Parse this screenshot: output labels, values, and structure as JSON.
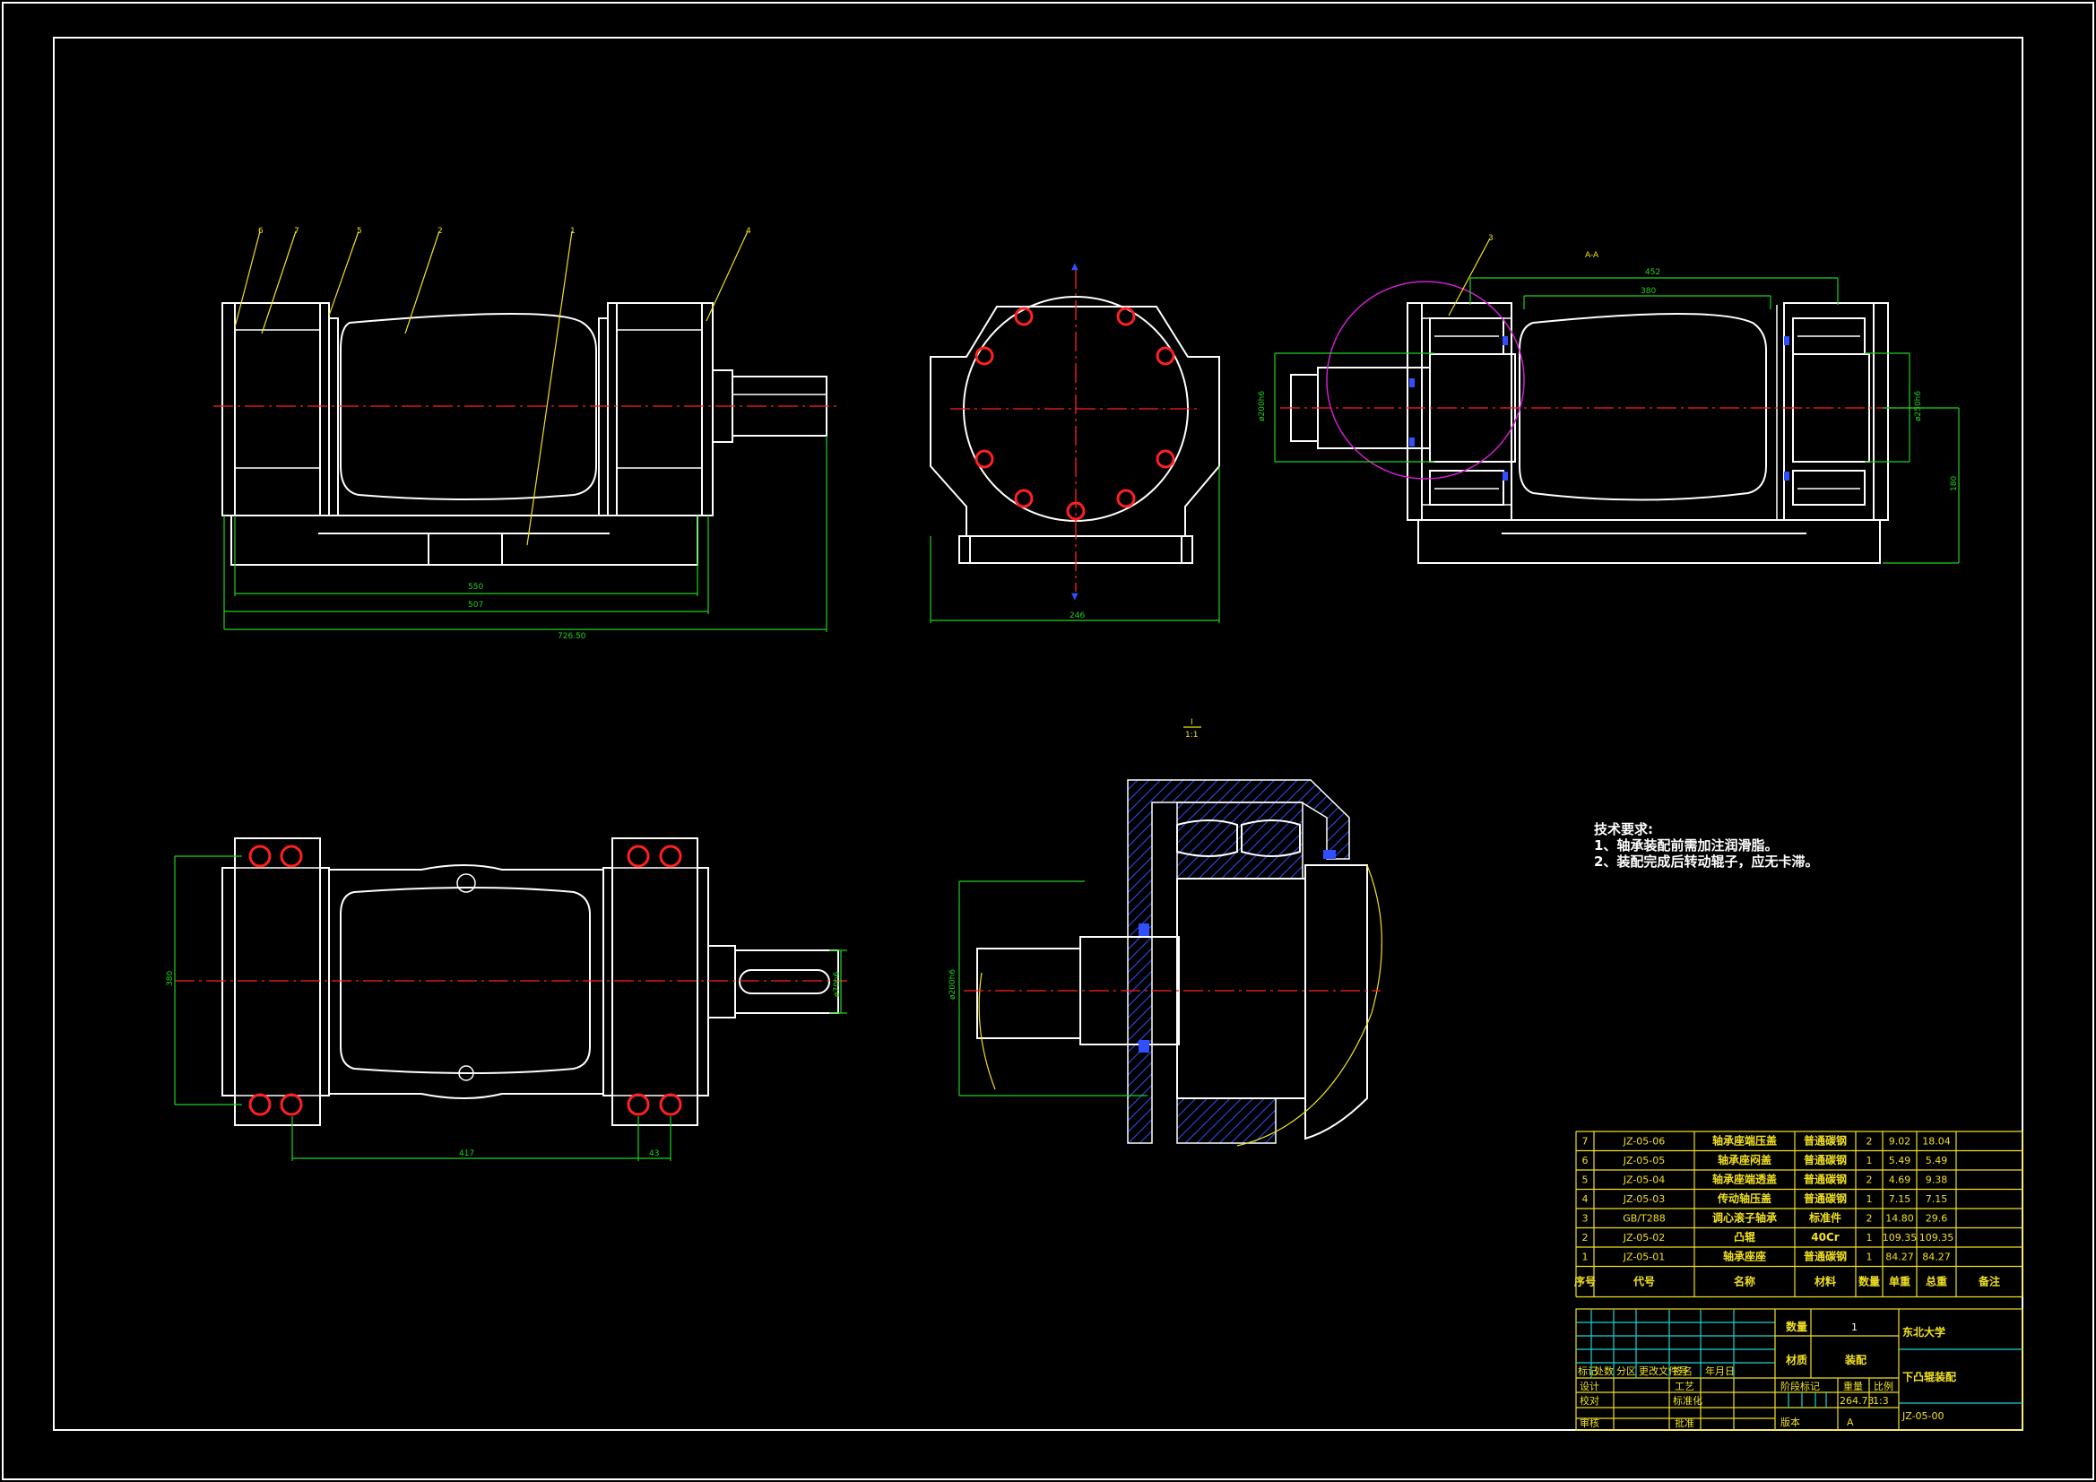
{
  "views": {
    "front": {
      "balloons": [
        "6",
        "7",
        "5",
        "2",
        "1",
        "4"
      ],
      "dims": [
        "550",
        "507",
        "726.50"
      ]
    },
    "side": {
      "dims": [
        "246"
      ]
    },
    "section": {
      "label": "A-A",
      "balloons": [
        "3"
      ],
      "dims": [
        "452",
        "380",
        "ø200h6",
        "ø250h6",
        "180"
      ]
    },
    "plan": {
      "dims": [
        "380",
        "417",
        "43",
        "ø70h6"
      ]
    },
    "detail": {
      "label_top": "I",
      "label_bottom": "1:1",
      "dims": [
        "ø200h6"
      ]
    }
  },
  "notes": {
    "title": "技术要求:",
    "lines": [
      "1、轴承装配前需加注润滑脂。",
      "2、装配完成后转动辊子，应无卡滞。"
    ]
  },
  "parts_table": {
    "rows": [
      [
        "7",
        "JZ-05-06",
        "轴承座端压盖",
        "普通碳钢",
        "2",
        "9.02",
        "18.04",
        ""
      ],
      [
        "6",
        "JZ-05-05",
        "轴承座闷盖",
        "普通碳钢",
        "1",
        "5.49",
        "5.49",
        ""
      ],
      [
        "5",
        "JZ-05-04",
        "轴承座端透盖",
        "普通碳钢",
        "2",
        "4.69",
        "9.38",
        ""
      ],
      [
        "4",
        "JZ-05-03",
        "传动轴压盖",
        "普通碳钢",
        "1",
        "7.15",
        "7.15",
        ""
      ],
      [
        "3",
        "GB/T288",
        "调心滚子轴承",
        "标准件",
        "2",
        "14.80",
        "29.6",
        ""
      ],
      [
        "2",
        "JZ-05-02",
        "凸辊",
        "40Cr",
        "1",
        "109.35",
        "109.35",
        ""
      ],
      [
        "1",
        "JZ-05-01",
        "轴承座座",
        "普通碳钢",
        "1",
        "84.27",
        "84.27",
        ""
      ]
    ],
    "header": [
      "序号",
      "代号",
      "名称",
      "材料",
      "数量",
      "单重",
      "总重",
      "备注"
    ]
  },
  "title_block": {
    "qty_label": "数量",
    "qty_value": "1",
    "material_label": "材质",
    "material_value": "装配",
    "school": "东北大学",
    "drawing_name": "下凸辊装配",
    "drawing_no": "JZ-05-00",
    "rev_row": [
      "标记",
      "处数",
      "分区",
      "更改文件号",
      "签名",
      "年月日"
    ],
    "roles": [
      "设计",
      "校对",
      "审核"
    ],
    "roles2": [
      "工艺",
      "标准化",
      "批准"
    ],
    "stage_label": "阶段标记",
    "weight_label": "重量",
    "scale_label": "比例",
    "weight_value": "264.73",
    "scale_value": "1:3",
    "sheet_label": "版本",
    "sheet_value": "A"
  }
}
